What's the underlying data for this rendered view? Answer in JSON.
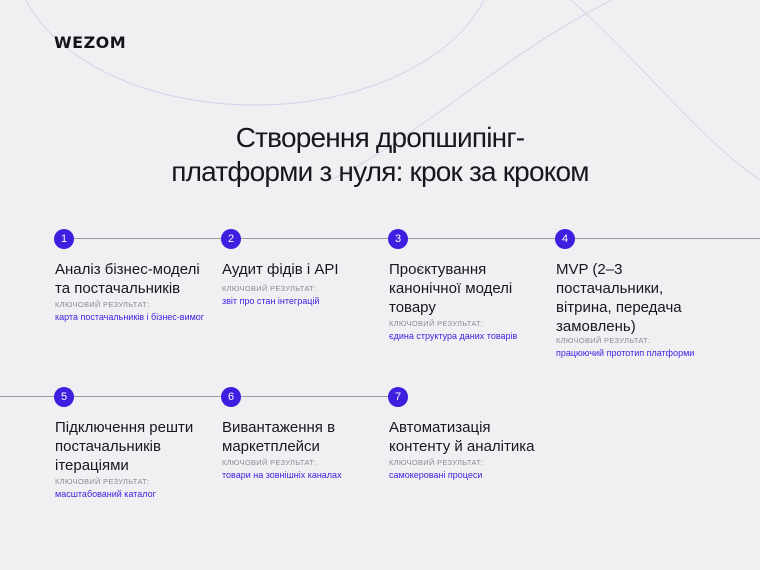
{
  "logo": "WEZOM",
  "title_line1": "Створення дропшипінг-",
  "title_line2": "платформи з нуля: крок за кроком",
  "result_label": "КЛЮЧОВИЙ РЕЗУЛЬТАТ:",
  "colors": {
    "accent": "#3d1fe0",
    "background": "#f0f0f2",
    "text": "#17171f",
    "muted": "#8a8a94"
  },
  "steps": [
    {
      "number": "1",
      "title": "Аналіз бізнес-моделі та постачальників",
      "result": "карта постачальників і бізнес-вимог"
    },
    {
      "number": "2",
      "title": "Аудит фідів і API",
      "result": "звіт про стан інтеграцій"
    },
    {
      "number": "3",
      "title": "Проєктування канонічної моделі товару",
      "result": "єдина структура даних товарів"
    },
    {
      "number": "4",
      "title": "MVP (2–3 постачальники, вітрина, передача замовлень)",
      "result": "працюючий прототип платформи"
    },
    {
      "number": "5",
      "title": "Підключення решти постачальників ітераціями",
      "result": "масштабований каталог"
    },
    {
      "number": "6",
      "title": "Вивантаження в маркетплейси",
      "result": "товари на зовнішніх каналах"
    },
    {
      "number": "7",
      "title": "Автоматизація контенту й аналітика",
      "result": "самокеровані процеси"
    }
  ]
}
